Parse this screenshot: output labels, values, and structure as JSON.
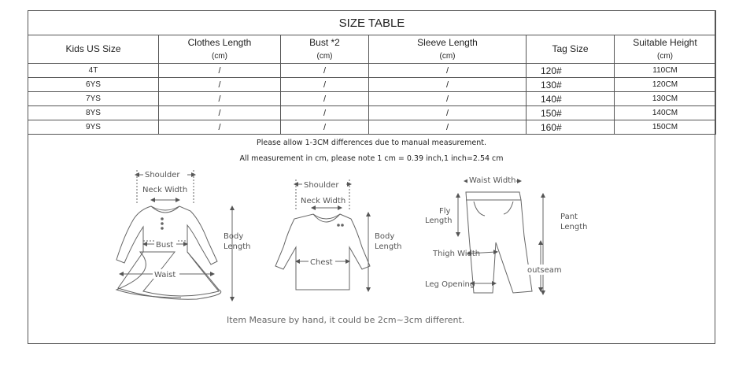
{
  "table": {
    "title": "SIZE TABLE",
    "headers": [
      {
        "label": "Kids US Size",
        "unit": ""
      },
      {
        "label": "Clothes Length",
        "unit": "(cm)"
      },
      {
        "label": "Bust  *2",
        "unit": "(cm)"
      },
      {
        "label": "Sleeve  Length",
        "unit": "(cm)"
      },
      {
        "label": "Tag Size",
        "unit": ""
      },
      {
        "label": "Suitable Height",
        "unit": "(cm)"
      }
    ],
    "rows": [
      {
        "size": "4T",
        "clothes_length": "/",
        "bust": "/",
        "sleeve": "/",
        "tag": "120#",
        "height": "110CM"
      },
      {
        "size": "6YS",
        "clothes_length": "/",
        "bust": "/",
        "sleeve": "/",
        "tag": "130#",
        "height": "120CM"
      },
      {
        "size": "7YS",
        "clothes_length": "/",
        "bust": "/",
        "sleeve": "/",
        "tag": "140#",
        "height": "130CM"
      },
      {
        "size": "8YS",
        "clothes_length": "/",
        "bust": "/",
        "sleeve": "/",
        "tag": "150#",
        "height": "140CM"
      },
      {
        "size": "9YS",
        "clothes_length": "/",
        "bust": "/",
        "sleeve": "/",
        "tag": "160#",
        "height": "150CM"
      }
    ]
  },
  "notes": [
    "Please allow 1-3CM differences due to manual measurement.",
    "All measurement in cm, please note 1 cm = 0.39 inch,1 inch=2.54 cm"
  ],
  "diagrams": {
    "dress": {
      "shoulder": "Shoulder",
      "neck_width": "Neck Width",
      "bust": "Bust",
      "waist": "Waist",
      "body_length_1": "Body",
      "body_length_2": "Length"
    },
    "shirt": {
      "shoulder": "Shoulder",
      "neck_width": "Neck Width",
      "chest": "Chest",
      "body_length_1": "Body",
      "body_length_2": "Length"
    },
    "pants": {
      "waist_width": "Waist Width",
      "fly_length_1": "Fly",
      "fly_length_2": "Length",
      "pant_length_1": "Pant",
      "pant_length_2": "Length",
      "thigh_width": "Thigh Width",
      "outseam": "outseam",
      "leg_opening": "Leg Opening"
    }
  },
  "footer": "Item Measure by hand, it could be 2cm~3cm different."
}
